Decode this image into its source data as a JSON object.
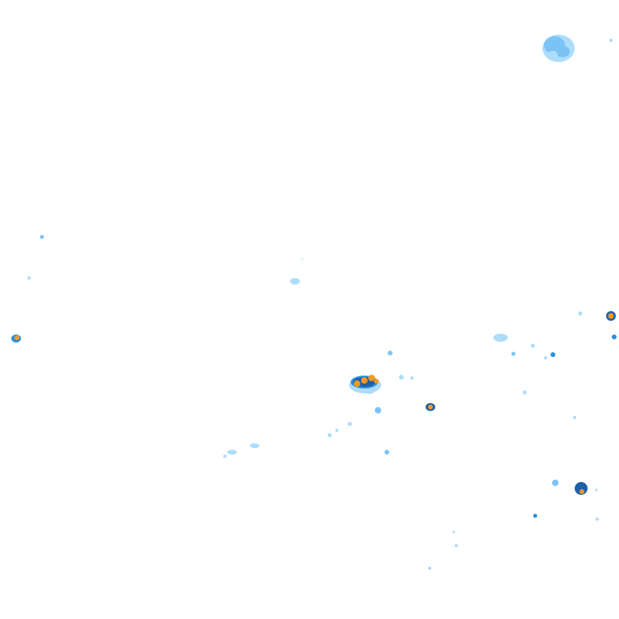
{
  "map": {
    "kind": "weather-radar-reflectivity-overlay",
    "background_color": "#ffffff",
    "intensity_palette": {
      "very_light": "#aedcfb",
      "light": "#7cc3f5",
      "moderate": "#2f8fd8",
      "heavy": "#1f5fa8",
      "very_heavy": "#f39a1f"
    },
    "echo_cells": [
      {
        "id": "northeast-cluster",
        "intensity": "light"
      },
      {
        "id": "central-storm",
        "intensity": "very_heavy"
      },
      {
        "id": "east-edge-cell",
        "intensity": "very_heavy"
      },
      {
        "id": "west-edge-cell",
        "intensity": "very_heavy"
      },
      {
        "id": "south-central-cell",
        "intensity": "very_heavy"
      },
      {
        "id": "southeast-cell",
        "intensity": "very_heavy"
      },
      {
        "id": "scattered-showers",
        "intensity": "very_light"
      }
    ]
  }
}
